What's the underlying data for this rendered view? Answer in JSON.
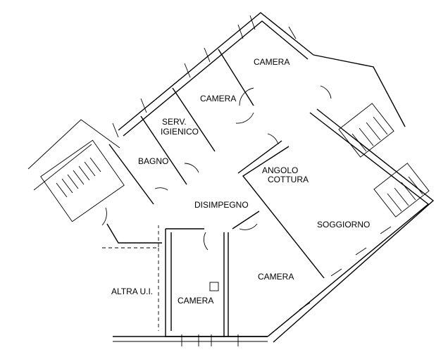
{
  "rooms": [
    {
      "id": "camera-top",
      "label": "CAMERA"
    },
    {
      "id": "camera-mid",
      "label": "CAMERA"
    },
    {
      "id": "serv-igienico",
      "label_line1": "SERV.",
      "label_line2": "IGIENICO"
    },
    {
      "id": "bagno",
      "label": "BAGNO"
    },
    {
      "id": "angolo-cottura",
      "label_line1": "ANGOLO",
      "label_line2": "COTTURA"
    },
    {
      "id": "disimpegno",
      "label": "DISIMPEGNO"
    },
    {
      "id": "soggiorno",
      "label": "SOGGIORNO"
    },
    {
      "id": "camera-right-bottom",
      "label": "CAMERA"
    },
    {
      "id": "camera-left-bottom",
      "label": "CAMERA"
    },
    {
      "id": "altra-ui",
      "label": "ALTRA U.I."
    }
  ]
}
